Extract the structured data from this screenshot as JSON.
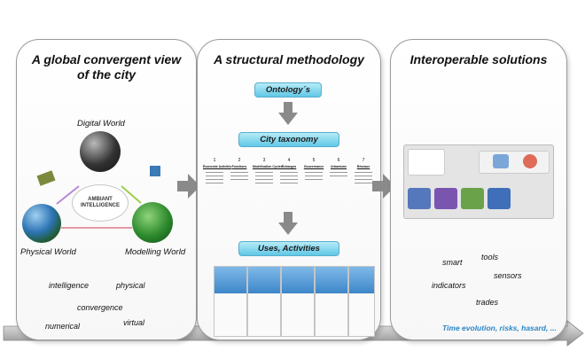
{
  "panel_1": {
    "title_line_1": "A global convergent view",
    "title_line_2": "of the city",
    "worlds": {
      "digital": "Digital World",
      "physical": "Physical World",
      "modelling": "Modelling World"
    },
    "ambient": "AMBIANT INTELLIGENCE",
    "keywords": [
      "intelligence",
      "physical",
      "convergence",
      "numerical",
      "virtual"
    ]
  },
  "panel_2": {
    "title": "A structural methodology",
    "ontology": "Ontology´s",
    "taxonomy": "City taxonomy",
    "uses": "Uses, Activities",
    "taxonomy_columns": [
      {
        "num": "1",
        "head": "Économie Activités"
      },
      {
        "num": "2",
        "head": "Fonctions"
      },
      {
        "num": "3",
        "head": "Modélisation Cycles"
      },
      {
        "num": "4",
        "head": "Échanges"
      },
      {
        "num": "5",
        "head": "Gouvernance"
      },
      {
        "num": "6",
        "head": "Urbanisme"
      },
      {
        "num": "7",
        "head": "Réseaux"
      }
    ]
  },
  "panel_3": {
    "title": "Interoperable solutions",
    "keywords": [
      "smart",
      "tools",
      "sensors",
      "indicators",
      "trades"
    ],
    "footer": "Time evolution, risks, hasard, ..."
  },
  "colors": {
    "pill_top": "#b7ebf8",
    "pill_bottom": "#5fc8e6",
    "footer_text": "#2a86c9",
    "arrow_gray": "#8a8a8a"
  }
}
